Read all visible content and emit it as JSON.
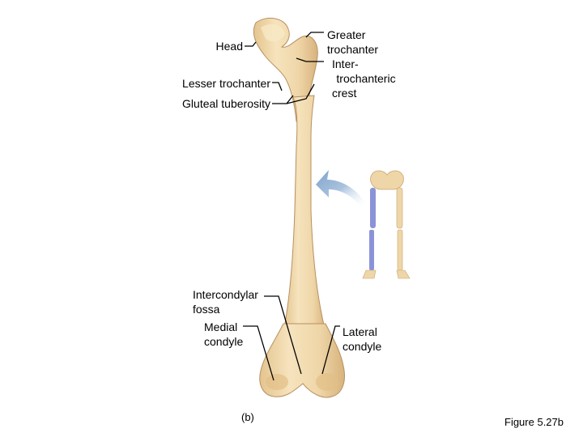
{
  "labels": {
    "head": "Head",
    "greater_trochanter_1": "Greater",
    "greater_trochanter_2": "trochanter",
    "intertrochanteric_1": "Inter-",
    "intertrochanteric_2": "trochanteric",
    "intertrochanteric_3": "crest",
    "lesser_trochanter": "Lesser trochanter",
    "gluteal_tuberosity": "Gluteal tuberosity",
    "intercondylar_1": "Intercondylar",
    "intercondylar_2": "fossa",
    "medial_condyle_1": "Medial",
    "medial_condyle_2": "condyle",
    "lateral_condyle_1": "Lateral",
    "lateral_condyle_2": "condyle"
  },
  "panel_label": "(b)",
  "figure_label": "Figure 5.27b",
  "colors": {
    "bone": "#efd6a8",
    "bone_shadow": "#d9b47a",
    "highlight_bone": "#8b93d8",
    "arrow": "#8fb0d4",
    "leader_line": "#000000"
  }
}
